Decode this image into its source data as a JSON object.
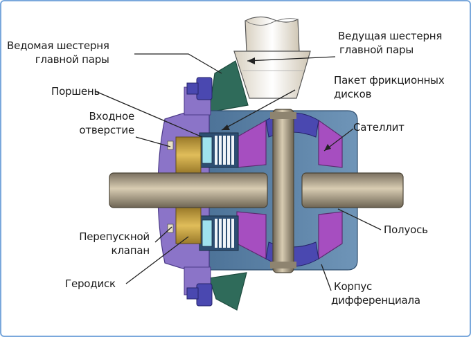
{
  "labels": {
    "driven_gear": [
      "Ведомая шестерня",
      "главной пары"
    ],
    "drive_gear": [
      "Ведущая шестерня",
      "главной пары"
    ],
    "piston": "Поршень",
    "friction_pack": [
      "Пакет фрикционных",
      "дисков"
    ],
    "inlet": [
      "Входное",
      "отверстие"
    ],
    "satellite": "Сателлит",
    "bypass_valve": [
      "Перепускной",
      "клапан"
    ],
    "axle": "Полуось",
    "gerodisk": "Геродиск",
    "housing": [
      "Корпус",
      "дифференциала"
    ]
  },
  "colors": {
    "frame_border": "#7aa8dc",
    "housing_blue": "#5d84a8",
    "housing_purple": "#8b74c8",
    "gear_green": "#2f6b5a",
    "satellite_violet": "#a64ec0",
    "shaft_tan": "#b8ad94",
    "gerodisk_gold": "#c8a040",
    "bolt_blue": "#4a48b0",
    "friction_cyan": "#9fe2ee",
    "pinion_cream": "#f4f0e8"
  }
}
